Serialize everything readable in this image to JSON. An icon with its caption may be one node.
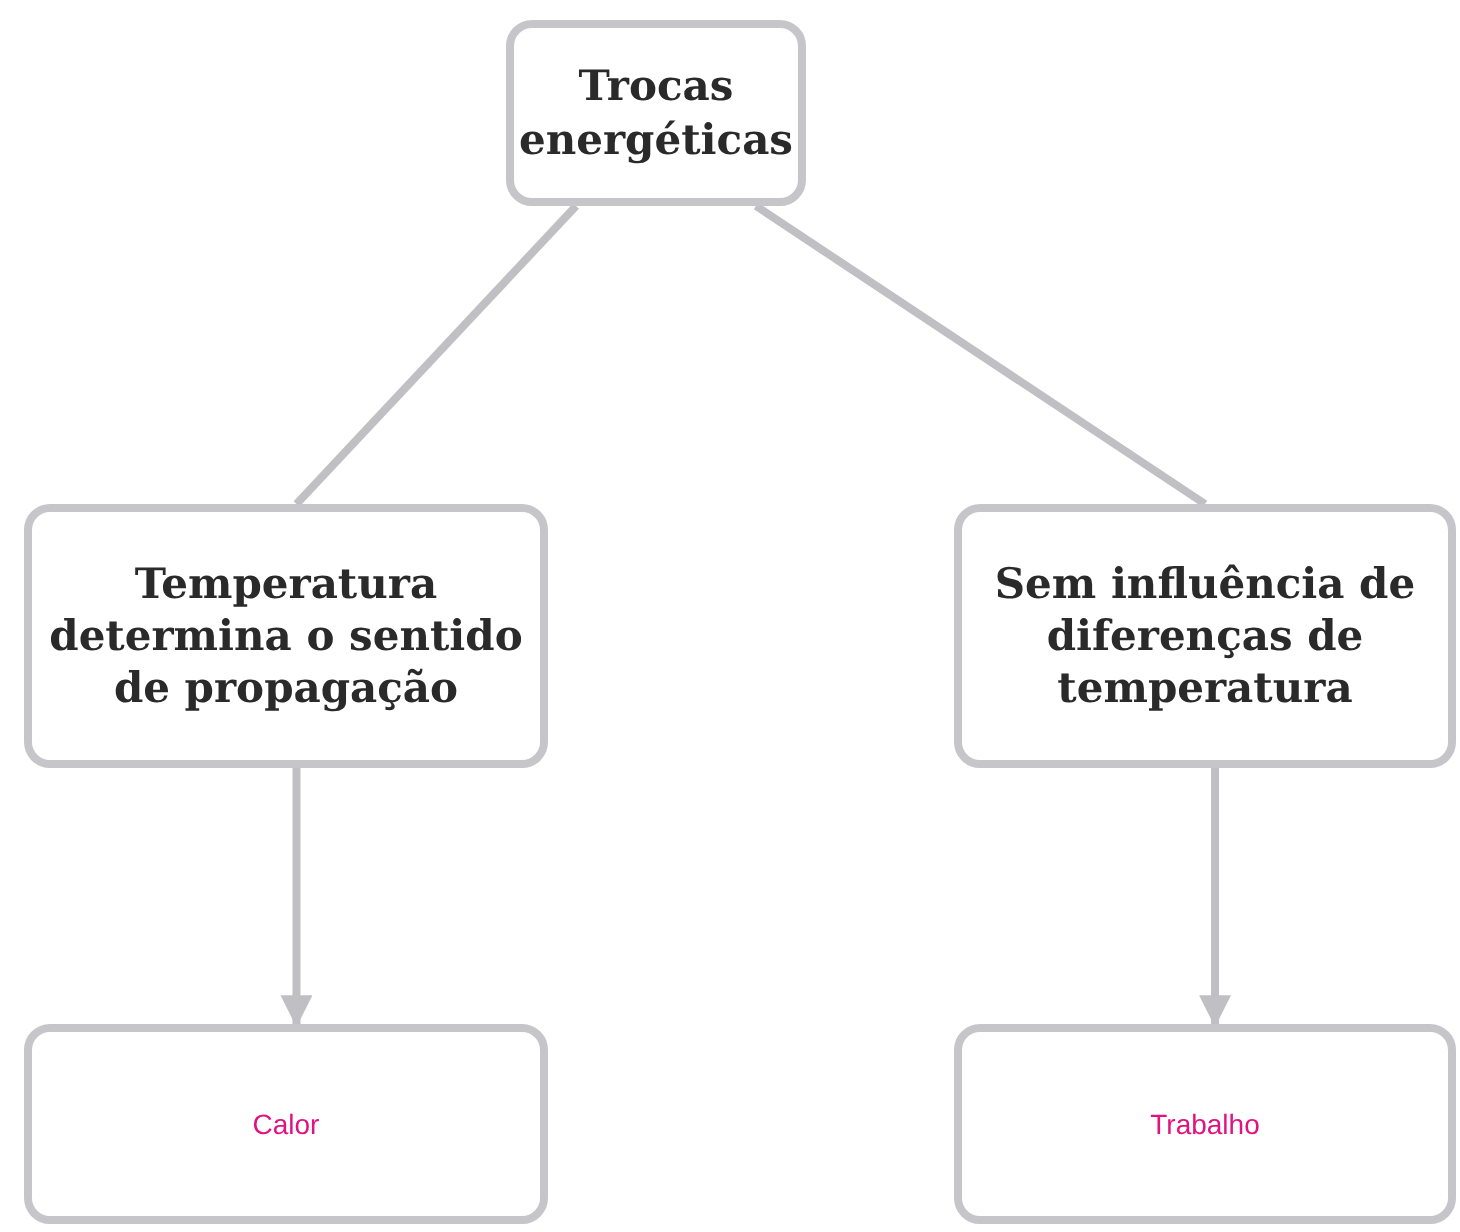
{
  "diagram": {
    "nodes": [
      {
        "text": [
          "Trocas energéticas"
        ]
      },
      {
        "text": [
          "Temperatura determina o sentido de propagação"
        ]
      },
      {
        "text": [
          "Sem influência de diferenças de temperatura"
        ]
      },
      {
        "text": [
          "Calor"
        ]
      },
      {
        "text": [
          "Trabalho"
        ]
      }
    ],
    "edges": [
      {
        "from": 0,
        "to": 1,
        "arrow": "none"
      },
      {
        "from": 0,
        "to": 2,
        "arrow": "none"
      },
      {
        "from": 1,
        "to": 3,
        "arrow": "to"
      },
      {
        "from": 2,
        "to": 4,
        "arrow": "to"
      }
    ]
  }
}
